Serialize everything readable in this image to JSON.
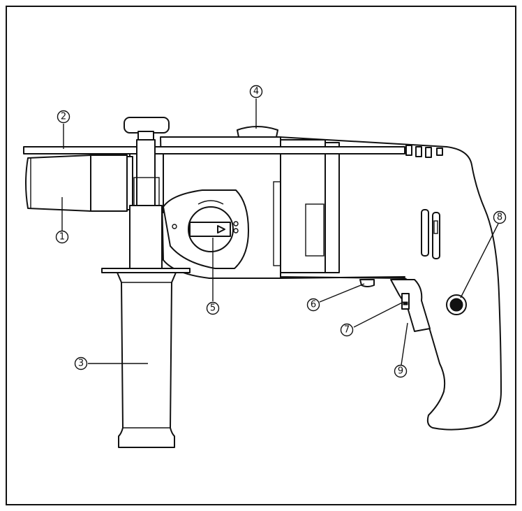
{
  "callouts": [
    {
      "id": "c1",
      "label": "1"
    },
    {
      "id": "c2",
      "label": "2"
    },
    {
      "id": "c3",
      "label": "3"
    },
    {
      "id": "c4",
      "label": "4"
    },
    {
      "id": "c5",
      "label": "5"
    },
    {
      "id": "c6",
      "label": "6"
    },
    {
      "id": "c7",
      "label": "7"
    },
    {
      "id": "c8",
      "label": "8"
    },
    {
      "id": "c9",
      "label": "9"
    }
  ],
  "colors": {
    "line": "#111111",
    "background": "#ffffff"
  }
}
